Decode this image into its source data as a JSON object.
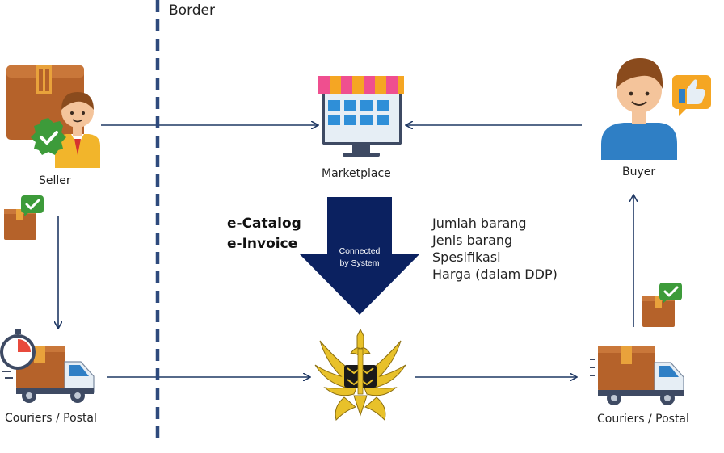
{
  "border": {
    "label": "Border"
  },
  "nodes": {
    "seller": {
      "label": "Seller",
      "icon": "seller-with-package-icon"
    },
    "marketplace": {
      "label": "Marketplace",
      "icon": "online-store-icon"
    },
    "buyer": {
      "label": "Buyer",
      "icon": "buyer-thumbs-up-icon"
    },
    "couriers_left": {
      "label": "Couriers / Postal",
      "icon": "delivery-truck-icon"
    },
    "couriers_right": {
      "label": "Couriers / Postal",
      "icon": "delivery-truck-icon"
    },
    "customs": {
      "icon": "customs-emblem-icon"
    }
  },
  "systems": {
    "line1": "e-Catalog",
    "line2": "e-Invoice"
  },
  "connector": {
    "line1": "Connected",
    "line2": "by System"
  },
  "info_items": [
    "Jumlah barang",
    "Jenis barang",
    "Spesifikasi",
    "Harga (dalam DDP)"
  ],
  "colors": {
    "arrow": "#1f3864",
    "border_line": "#2e4a7d",
    "big_arrow": "#0b2160",
    "gold": "#e8c12a"
  }
}
